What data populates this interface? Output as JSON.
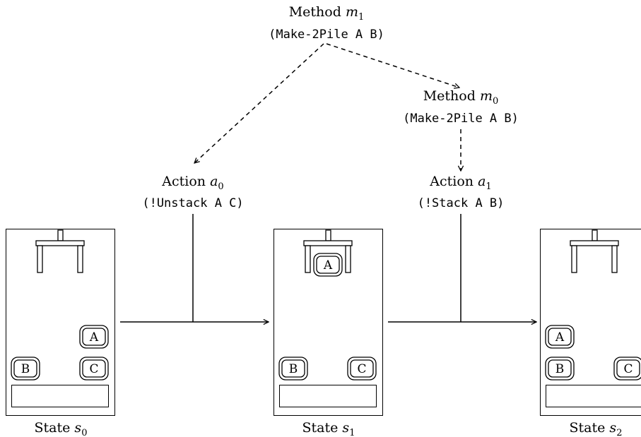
{
  "methods": {
    "m1": {
      "label": "Method",
      "var": "m",
      "sub": "1",
      "task": "(Make-2Pile A B)"
    },
    "m0": {
      "label": "Method",
      "var": "m",
      "sub": "0",
      "task": "(Make-2Pile A B)"
    }
  },
  "actions": {
    "a0": {
      "label": "Action",
      "var": "a",
      "sub": "0",
      "op": "(!Unstack A C)"
    },
    "a1": {
      "label": "Action",
      "var": "a",
      "sub": "1",
      "op": "(!Stack A B)"
    }
  },
  "states": {
    "s0": {
      "label": "State",
      "var": "s",
      "sub": "0"
    },
    "s1": {
      "label": "State",
      "var": "s",
      "sub": "1"
    },
    "s2": {
      "label": "State",
      "var": "s",
      "sub": "2"
    }
  },
  "blocks": {
    "A": "A",
    "B": "B",
    "C": "C"
  }
}
